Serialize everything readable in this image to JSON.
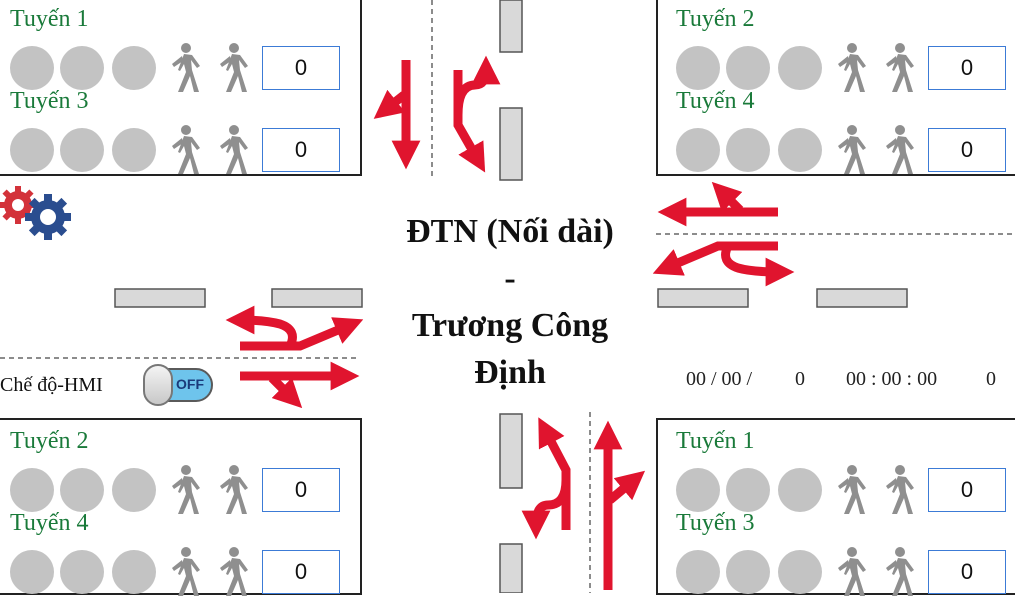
{
  "title": {
    "line1": "ĐTN (Nối dài)",
    "line2": "-",
    "line3": "Trương Công",
    "line4": "Định"
  },
  "panels": {
    "top_left": [
      {
        "label": "Tuyến 1",
        "counter": "0"
      },
      {
        "label": "Tuyến 3",
        "counter": "0"
      }
    ],
    "top_right": [
      {
        "label": "Tuyến 2",
        "counter": "0"
      },
      {
        "label": "Tuyến 4",
        "counter": "0"
      }
    ],
    "bottom_left": [
      {
        "label": "Tuyến 2",
        "counter": "0"
      },
      {
        "label": "Tuyến 4",
        "counter": "0"
      }
    ],
    "bottom_right": [
      {
        "label": "Tuyến 1",
        "counter": "0"
      },
      {
        "label": "Tuyến 3",
        "counter": "0"
      }
    ]
  },
  "mode": {
    "label": "Chế độ-HMI",
    "state": "OFF"
  },
  "clock": {
    "date": "00 / 00 /",
    "year": "0",
    "time": "00 : 00 : 00",
    "extra": "0"
  },
  "colors": {
    "arrow": "#e0142e",
    "route_label": "#1a7a3a",
    "lamp_off": "#c3c3c3",
    "toggle_on_track": "#6ec4ec",
    "counter_border": "#3c7bd6"
  },
  "icons": {
    "settings": "gears-icon",
    "pedestrian": "pedestrian-icon"
  }
}
